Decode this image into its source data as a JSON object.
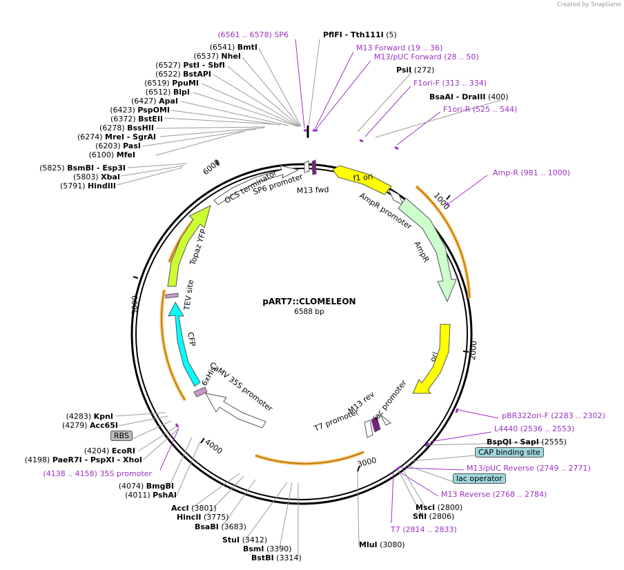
{
  "credit": "Created by SnapGene",
  "plasmid": {
    "name": "pART7::CLOMELEON",
    "size": "6588 bp",
    "length": 6588
  },
  "ticks": [
    "1000",
    "2000",
    "3000",
    "4000",
    "5000",
    "6000"
  ],
  "sites": [
    {
      "pos": "(6561 .. 6578)",
      "name": "SP6",
      "kind": "primer"
    },
    {
      "pos": "(5)",
      "name": "PflFI - Tth111I",
      "kind": "enzyme"
    },
    {
      "pos": "(19 .. 36)",
      "name": "M13 Forward",
      "kind": "primer"
    },
    {
      "pos": "(28 .. 50)",
      "name": "M13/pUC Forward",
      "kind": "primer"
    },
    {
      "pos": "(272)",
      "name": "PsiI",
      "kind": "enzyme"
    },
    {
      "pos": "(313 .. 334)",
      "name": "F1ori-F",
      "kind": "primer"
    },
    {
      "pos": "(400)",
      "name": "BsaAI - DraIII",
      "kind": "enzyme"
    },
    {
      "pos": "(525 .. 544)",
      "name": "F1ori-R",
      "kind": "primer"
    },
    {
      "pos": "(981 .. 1000)",
      "name": "Amp-R",
      "kind": "primer"
    },
    {
      "pos": "(2283 .. 2302)",
      "name": "pBR322ori-F",
      "kind": "primer"
    },
    {
      "pos": "(2536 .. 2553)",
      "name": "L4440",
      "kind": "primer"
    },
    {
      "pos": "(2555)",
      "name": "BspQI - SapI",
      "kind": "enzyme"
    },
    {
      "pos": "",
      "name": "CAP binding site",
      "kind": "badge-teal"
    },
    {
      "pos": "(2749 .. 2771)",
      "name": "M13/pUC Reverse",
      "kind": "primer"
    },
    {
      "pos": "",
      "name": "lac operator",
      "kind": "badge-teal"
    },
    {
      "pos": "(2768 .. 2784)",
      "name": "M13 Reverse",
      "kind": "primer"
    },
    {
      "pos": "(2800)",
      "name": "MscI",
      "kind": "enzyme"
    },
    {
      "pos": "(2806)",
      "name": "SfiI",
      "kind": "enzyme"
    },
    {
      "pos": "(2814 .. 2833)",
      "name": "T7",
      "kind": "primer"
    },
    {
      "pos": "(3080)",
      "name": "MluI",
      "kind": "enzyme"
    },
    {
      "pos": "(3314)",
      "name": "BstBI",
      "kind": "enzyme"
    },
    {
      "pos": "(3390)",
      "name": "BsmI",
      "kind": "enzyme"
    },
    {
      "pos": "(3412)",
      "name": "StuI",
      "kind": "enzyme"
    },
    {
      "pos": "(3683)",
      "name": "BsaBI",
      "kind": "enzyme"
    },
    {
      "pos": "(3775)",
      "name": "HincII",
      "kind": "enzyme"
    },
    {
      "pos": "(3801)",
      "name": "AccI",
      "kind": "enzyme"
    },
    {
      "pos": "(4011)",
      "name": "PshAI",
      "kind": "enzyme"
    },
    {
      "pos": "(4074)",
      "name": "BmgBI",
      "kind": "enzyme"
    },
    {
      "pos": "(4138 .. 4158)",
      "name": "35S promoter",
      "kind": "primer"
    },
    {
      "pos": "(4198)",
      "name": "PaeR7I - PspXI - XhoI",
      "kind": "enzyme"
    },
    {
      "pos": "(4204)",
      "name": "EcoRI",
      "kind": "enzyme"
    },
    {
      "pos": "",
      "name": "RBS",
      "kind": "badge-gray"
    },
    {
      "pos": "(4279)",
      "name": "Acc65I",
      "kind": "enzyme"
    },
    {
      "pos": "(4283)",
      "name": "KpnI",
      "kind": "enzyme"
    },
    {
      "pos": "(5791)",
      "name": "HindIII",
      "kind": "enzyme"
    },
    {
      "pos": "(5803)",
      "name": "XbaI",
      "kind": "enzyme"
    },
    {
      "pos": "(5825)",
      "name": "BsmBI - Esp3I",
      "kind": "enzyme"
    },
    {
      "pos": "(6100)",
      "name": "MfeI",
      "kind": "enzyme"
    },
    {
      "pos": "(6203)",
      "name": "PasI",
      "kind": "enzyme"
    },
    {
      "pos": "(6274)",
      "name": "MreI - SgrAI",
      "kind": "enzyme"
    },
    {
      "pos": "(6278)",
      "name": "BssHII",
      "kind": "enzyme"
    },
    {
      "pos": "(6372)",
      "name": "BstEII",
      "kind": "enzyme"
    },
    {
      "pos": "(6423)",
      "name": "PspOMI",
      "kind": "enzyme"
    },
    {
      "pos": "(6427)",
      "name": "ApaI",
      "kind": "enzyme"
    },
    {
      "pos": "(6512)",
      "name": "BlpI",
      "kind": "enzyme"
    },
    {
      "pos": "(6519)",
      "name": "PpuMI",
      "kind": "enzyme"
    },
    {
      "pos": "(6522)",
      "name": "BstAPI",
      "kind": "enzyme"
    },
    {
      "pos": "(6527)",
      "name": "PstI - SbfI",
      "kind": "enzyme"
    },
    {
      "pos": "(6537)",
      "name": "NheI",
      "kind": "enzyme"
    },
    {
      "pos": "(6541)",
      "name": "BmtI",
      "kind": "enzyme"
    }
  ],
  "features": [
    {
      "name": "f1 ori",
      "color": "#ffff00"
    },
    {
      "name": "AmpR promoter",
      "color": "#ffffff"
    },
    {
      "name": "AmpR",
      "color": "#ccffcc"
    },
    {
      "name": "ori",
      "color": "#ffff00"
    },
    {
      "name": "lac promoter",
      "color": "#ffffff"
    },
    {
      "name": "M13 rev",
      "color": "#ffffff"
    },
    {
      "name": "T7 promoter",
      "color": "#ffffff"
    },
    {
      "name": "CaMV 35S promoter",
      "color": "#ffffff"
    },
    {
      "name": "6xHis",
      "color": "#cc99cc"
    },
    {
      "name": "CFP",
      "color": "#00ffff"
    },
    {
      "name": "TEV site",
      "color": "#cc99cc"
    },
    {
      "name": "Topaz YFP",
      "color": "#ccff33"
    },
    {
      "name": "OCS terminator",
      "color": "#ffffff"
    },
    {
      "name": "SP6 promoter",
      "color": "#ffffff"
    },
    {
      "name": "M13 fwd",
      "color": "#ffffff"
    }
  ],
  "colors": {
    "primer": "#9b30c4",
    "enzyme": "#000000",
    "orf": "#f5b342",
    "badge_teal": "#9fd6db",
    "badge_gray": "#bbbbbb"
  }
}
